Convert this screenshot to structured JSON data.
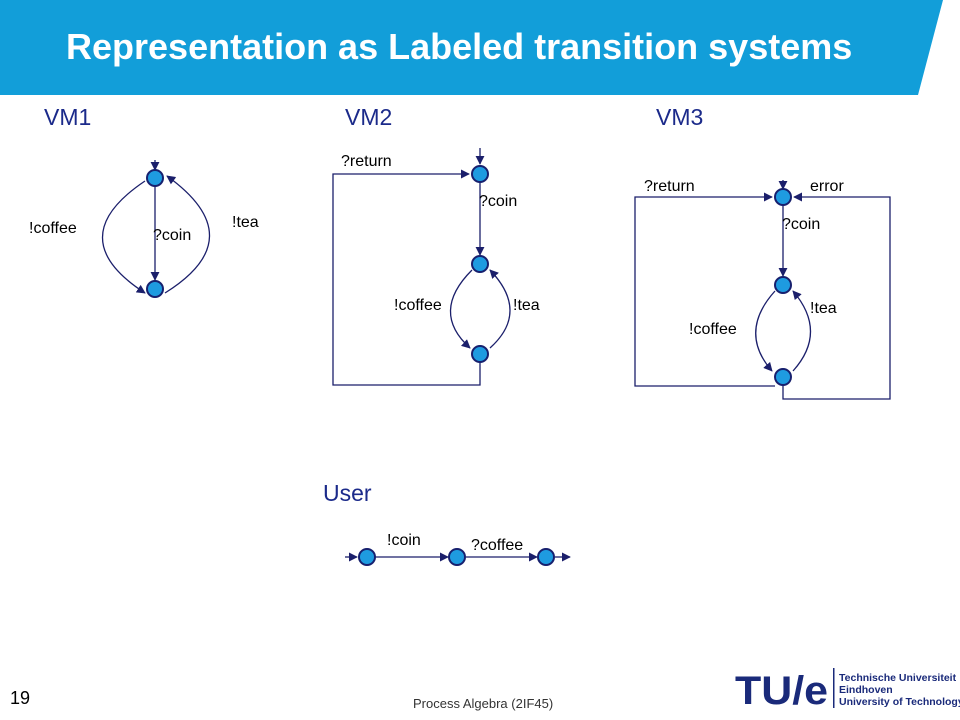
{
  "title": "Representation as Labeled transition systems",
  "sections": {
    "vm1": "VM1",
    "vm2": "VM2",
    "vm3": "VM3",
    "user": "User"
  },
  "vm1": {
    "coffee": "!coffee",
    "coin": "?coin",
    "tea": "!tea"
  },
  "vm2": {
    "return": "?return",
    "coin": "?coin",
    "coffee": "!coffee",
    "tea": "!tea"
  },
  "vm3": {
    "return": "?return",
    "error": "error",
    "coin": "?coin",
    "tea": "!tea",
    "coffee": "!coffee"
  },
  "user": {
    "coin": "!coin",
    "coffee": "?coffee"
  },
  "footer": {
    "page_number": "19",
    "course": "Process Algebra (2IF45)"
  },
  "logo": {
    "mark": "TU/e",
    "line1": "Technische Universiteit",
    "line2": "Eindhoven",
    "line3": "University of Technology"
  },
  "colors": {
    "banner": "#129ed9",
    "state_fill": "#1e9be0",
    "edge": "#1b1f6b",
    "section_label": "#1b2a8a",
    "logo": "#1a2a7a"
  }
}
